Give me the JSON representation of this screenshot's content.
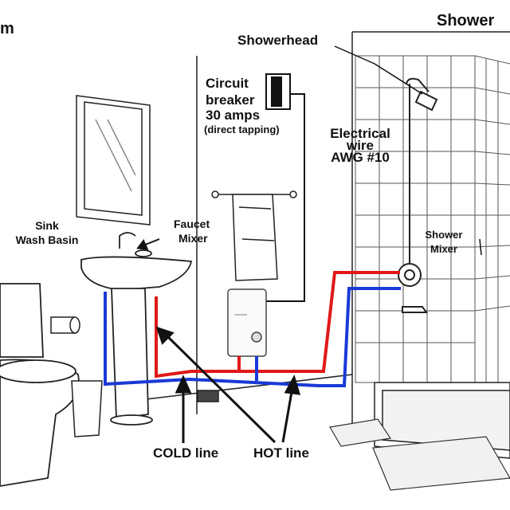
{
  "labels": {
    "room_left": "m",
    "shower_title": "Shower",
    "showerhead": "Showerhead",
    "breaker_line1": "Circuit",
    "breaker_line2": "breaker",
    "breaker_line3": "30 amps",
    "breaker_line4": "(direct tapping)",
    "wire_line1": "Electrical",
    "wire_line2": "wire",
    "wire_line3": "AWG #10",
    "sink_line1": "Sink",
    "sink_line2": "Wash Basin",
    "faucet_line1": "Faucet",
    "faucet_line2": "Mixer",
    "shower_mixer_line1": "Shower",
    "shower_mixer_line2": "Mixer",
    "cold_line": "COLD line",
    "hot_line": "HOT line"
  },
  "colors": {
    "hot_pipe": "#e01818",
    "cold_pipe": "#1a3ad6",
    "ink": "#111111"
  }
}
